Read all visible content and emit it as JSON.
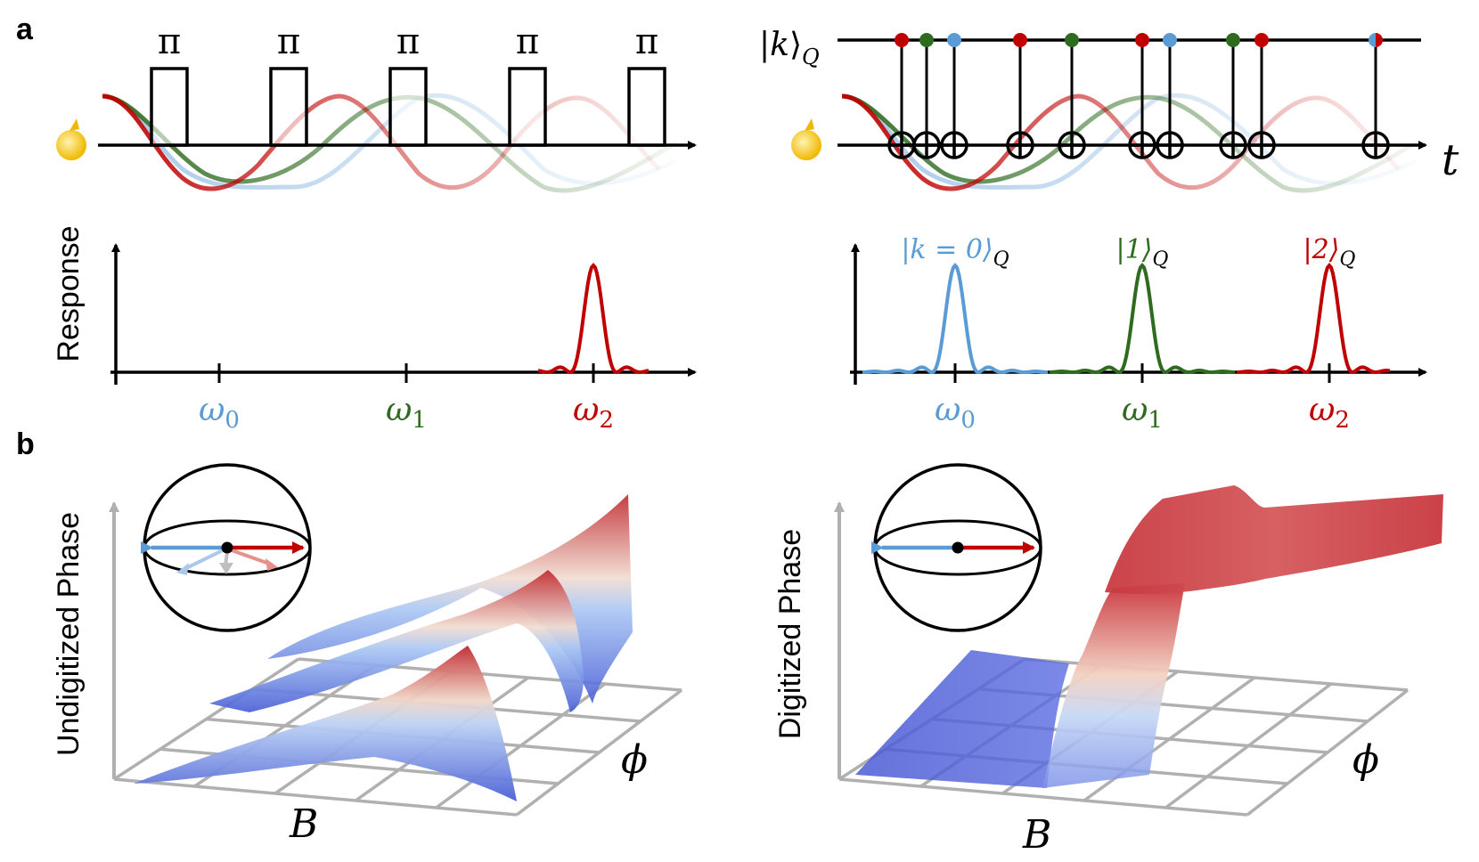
{
  "panels": {
    "a": "a",
    "b": "b"
  },
  "labels": {
    "pi": "π",
    "ket_k_open": "|",
    "ket_k_var": "k",
    "ket_k_close": "⟩",
    "ket_sub": "Q",
    "time_axis": "t",
    "response_axis": "Response",
    "undigitized_axis": "Undigitized Phase",
    "digitized_axis": "Digitized Phase",
    "field_axis": "B",
    "phase_axis": "ϕ",
    "omega": "ω",
    "omega_sub0": "0",
    "omega_sub1": "1",
    "omega_sub2": "2",
    "peak0_main": "|k = 0⟩",
    "peak1_main": "|1⟩",
    "peak2_main": "|2⟩"
  },
  "colors": {
    "blue": "#5b9bd5",
    "green": "#2e6b1f",
    "red": "#c00000",
    "qubit": "#f5c518",
    "grid": "#b0b0b0",
    "surface_low": "#3b4cc0",
    "surface_high": "#b40426"
  },
  "icons": {
    "qubit": "spin-qubit-icon",
    "bloch": "bloch-sphere-icon",
    "cnot": "cnot-target-icon"
  }
}
